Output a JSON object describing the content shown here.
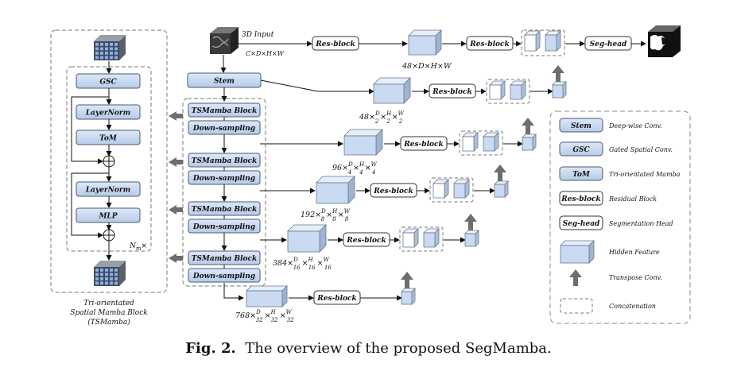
{
  "figure": {
    "caption_label": "Fig. 2.",
    "caption_text": "The overview of the proposed SegMamba."
  },
  "tsmamba_panel": {
    "title_lines": [
      "Tri-orientated",
      "Spatial Mamba Block",
      "(TSMamba)"
    ],
    "blocks": [
      "GSC",
      "LayerNorm",
      "ToM",
      "LayerNorm",
      "MLP"
    ],
    "repeat_label": "N",
    "repeat_sub": "m",
    "repeat_times": "×"
  },
  "input": {
    "label": "3D Input",
    "dims": "C×D×H×W"
  },
  "encoder": {
    "stem_label": "Stem",
    "stages": [
      {
        "block": "TSMamba Block",
        "down": "Down-sampling"
      },
      {
        "block": "TSMamba Block",
        "down": "Down-sampling"
      },
      {
        "block": "TSMamba Block",
        "down": "Down-sampling"
      },
      {
        "block": "TSMamba Block",
        "down": "Down-sampling"
      }
    ]
  },
  "decoder": {
    "resblock_label": "Res-block",
    "seghead_label": "Seg-head",
    "features": [
      {
        "coef": "48×D×H×W",
        "frac": false
      },
      {
        "coef": "48×",
        "d": "2",
        "h": "2",
        "w": "2"
      },
      {
        "coef": "96×",
        "d": "4",
        "h": "4",
        "w": "4"
      },
      {
        "coef": "192×",
        "d": "8",
        "h": "8",
        "w": "8"
      },
      {
        "coef": "384×",
        "d": "16",
        "h": "16",
        "w": "16"
      },
      {
        "coef": "768×",
        "d": "32",
        "h": "32",
        "w": "32"
      }
    ],
    "frac_symbols": {
      "d": "D",
      "h": "H",
      "w": "W"
    }
  },
  "legend": {
    "items": [
      {
        "key": "Stem",
        "desc": "Deep-wise Conv."
      },
      {
        "key": "GSC",
        "desc": "Gated Spatial Conv."
      },
      {
        "key": "ToM",
        "desc": "Tri-orientated Mamba"
      },
      {
        "key": "Res-block",
        "desc": "Residual Block"
      },
      {
        "key": "Seg-head",
        "desc": "Segmentation Head"
      },
      {
        "key": "",
        "desc": "Hidden Feature"
      },
      {
        "key": "",
        "desc": "Transpose Conv."
      },
      {
        "key": "",
        "desc": "Concatenation"
      }
    ]
  },
  "colors": {
    "block_fill": "#c9daf2",
    "block_stroke": "#4a5a70",
    "res_fill": "#ffffff",
    "arrow_gray": "#6e6e6e"
  }
}
